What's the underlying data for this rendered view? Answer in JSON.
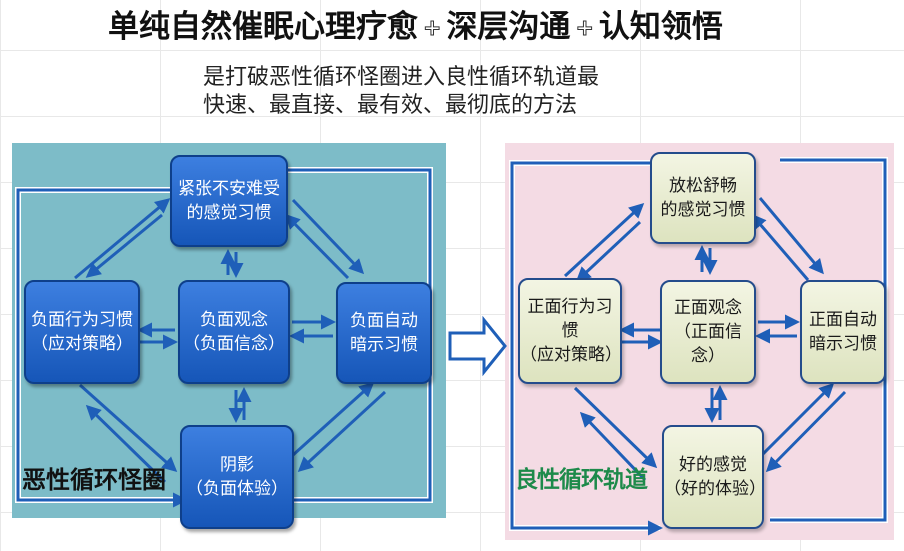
{
  "title": {
    "part1": "单纯自然催眠心理疗愈",
    "plus": "+",
    "part2": "深层沟通",
    "part3": "认知领悟"
  },
  "subtitle": {
    "line1": "是打破恶性循环怪圈进入良性循环轨道最",
    "line2": "快速、最直接、最有效、最彻底的方法"
  },
  "vicious_cycle": {
    "label": "恶性循环怪圈",
    "top": "紧张不安难受\n的感觉习惯",
    "left": "负面行为习惯\n（应对策略）",
    "center": "负面观念\n（负面信念）",
    "right": "负面自动\n暗示习惯",
    "bottom": "阴影\n（负面体验）"
  },
  "virtuous_cycle": {
    "label": "良性循环轨道",
    "top": "放松舒畅\n的感觉习惯",
    "left": "正面行为习惯\n（应对策略）",
    "center": "正面观念\n（正面信念）",
    "right": "正面自动\n暗示习惯",
    "bottom": "好的感觉\n（好的体验）"
  },
  "colors": {
    "vicious_bg": "#7dbcc8",
    "virtuous_bg": "#f4dbe4",
    "arrow": "#1f5fb8",
    "node_blue": "#1f63c9",
    "node_light": "#e8ecd0",
    "virtuous_label": "#1d8a4a"
  }
}
